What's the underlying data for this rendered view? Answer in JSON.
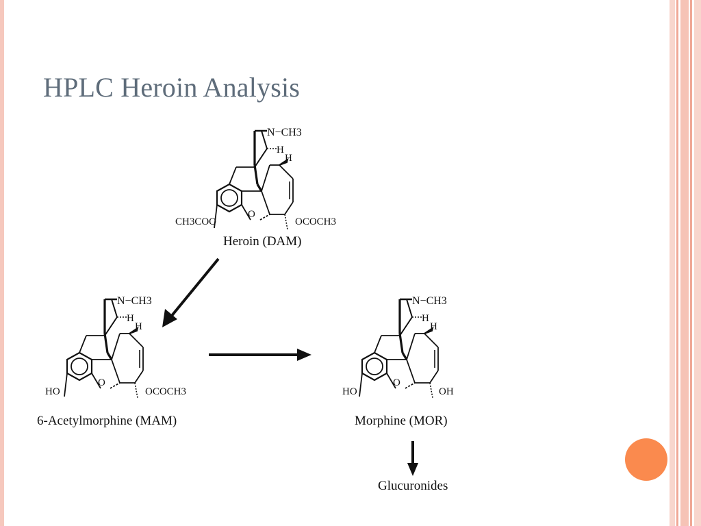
{
  "slide": {
    "title": "HPLC Heroin Analysis",
    "accent_color": "#fa8a4e",
    "frame_color": "#f6c8bd",
    "title_color": "#5e6c7a"
  },
  "molecules": {
    "heroin": {
      "name": "Heroin (DAM)",
      "left_group": "CH3COO",
      "right_group": "OCOCH3",
      "amine": "N−CH3",
      "h1": "H",
      "h2": "H",
      "ring_o": "O"
    },
    "mam": {
      "name": "6-Acetylmorphine (MAM)",
      "left_group": "HO",
      "right_group": "OCOCH3",
      "amine": "N−CH3",
      "h1": "H",
      "h2": "H",
      "ring_o": "O"
    },
    "morphine": {
      "name": "Morphine (MOR)",
      "left_group": "HO",
      "right_group": "OH",
      "amine": "N−CH3",
      "h1": "H",
      "h2": "H",
      "ring_o": "O"
    }
  },
  "products": {
    "glucuronides": "Glucuronides"
  }
}
